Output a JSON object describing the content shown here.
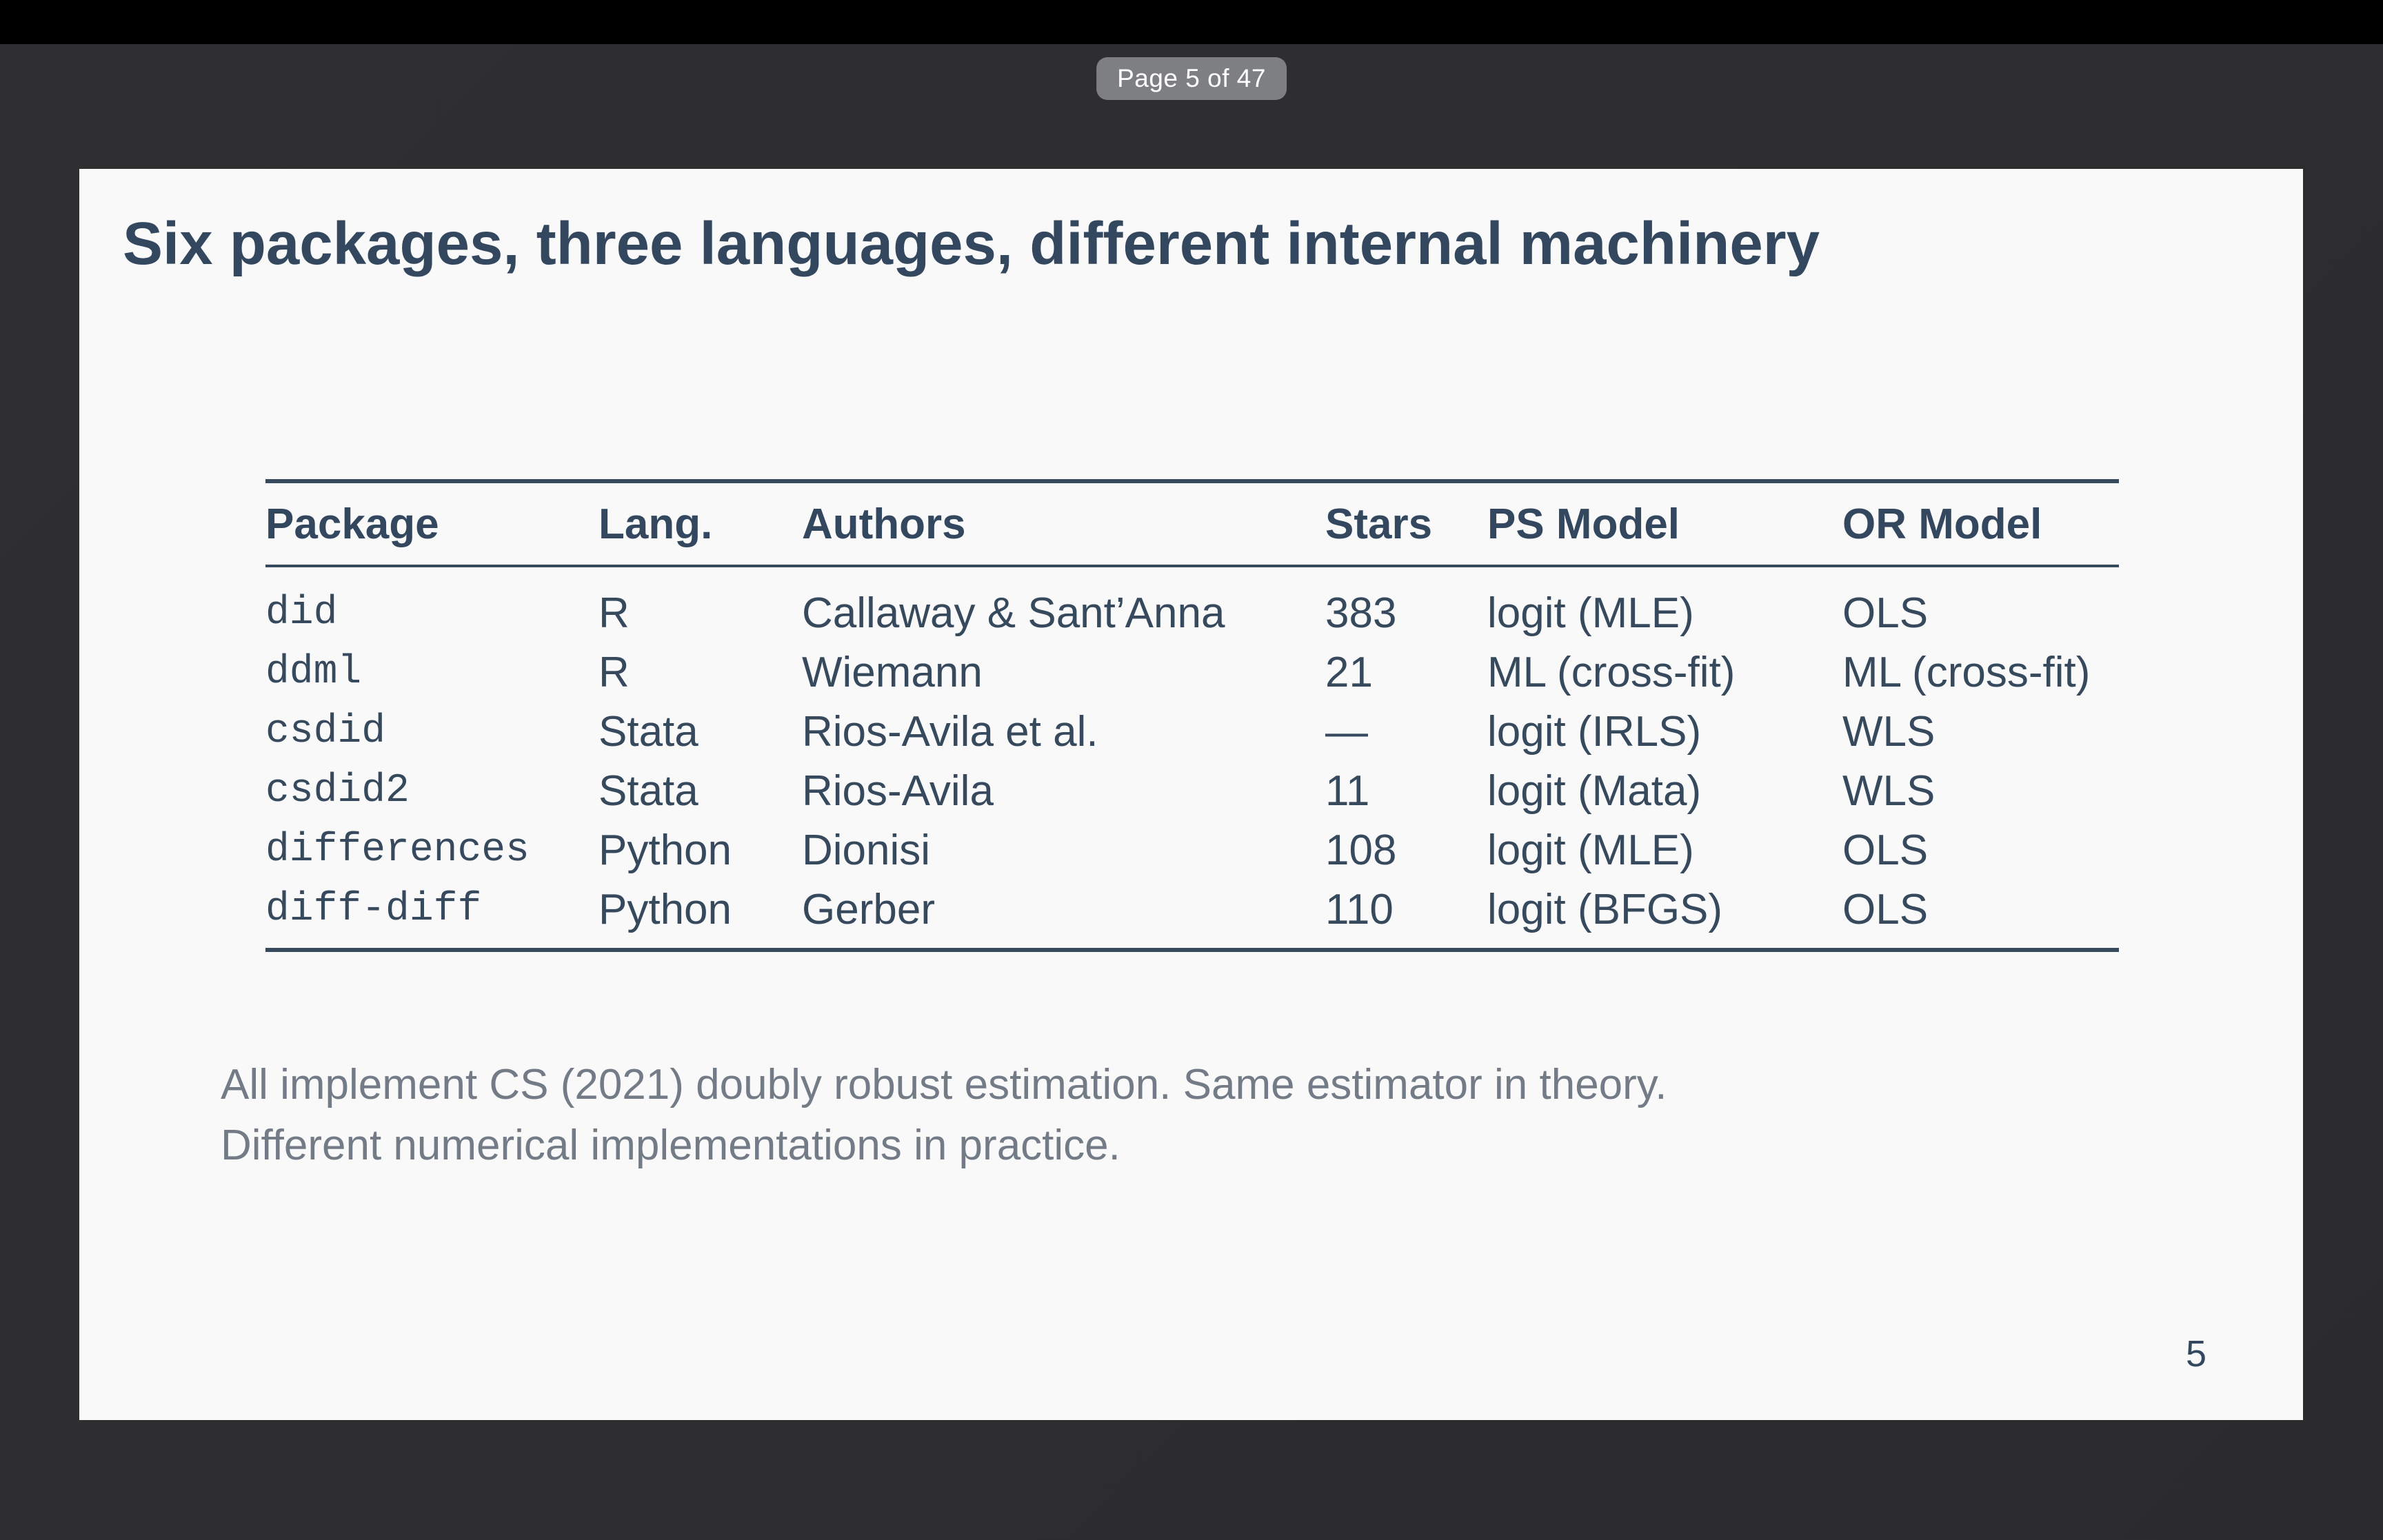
{
  "viewer": {
    "page_indicator": "Page 5 of 47"
  },
  "slide": {
    "title": "Six packages, three languages, different internal machinery",
    "table": {
      "columns": [
        "Package",
        "Lang.",
        "Authors",
        "Stars",
        "PS Model",
        "OR Model"
      ],
      "rows": [
        [
          "did",
          "R",
          "Callaway & Sant’Anna",
          "383",
          "logit (MLE)",
          "OLS"
        ],
        [
          "ddml",
          "R",
          "Wiemann",
          "21",
          "ML (cross-fit)",
          "ML (cross-fit)"
        ],
        [
          "csdid",
          "Stata",
          "Rios-Avila et al.",
          "—",
          "logit (IRLS)",
          "WLS"
        ],
        [
          "csdid2",
          "Stata",
          "Rios-Avila",
          "11",
          "logit (Mata)",
          "WLS"
        ],
        [
          "differences",
          "Python",
          "Dionisi",
          "108",
          "logit (MLE)",
          "OLS"
        ],
        [
          "diff-diff",
          "Python",
          "Gerber",
          "110",
          "logit (BFGS)",
          "OLS"
        ]
      ]
    },
    "notes": [
      "All implement CS (2021) doubly robust estimation. Same estimator in theory.",
      "Different numerical implementations in practice."
    ],
    "page_number": "5"
  },
  "colors": {
    "accent_navy": "#33475e",
    "table_text": "#36495d",
    "note_gray": "#737c86",
    "slide_bg": "#f9f9fa",
    "canvas_bg": "#2e2e30",
    "top_bar": "#000000",
    "badge_bg": "#7e7f82",
    "badge_text": "#ffffff"
  }
}
